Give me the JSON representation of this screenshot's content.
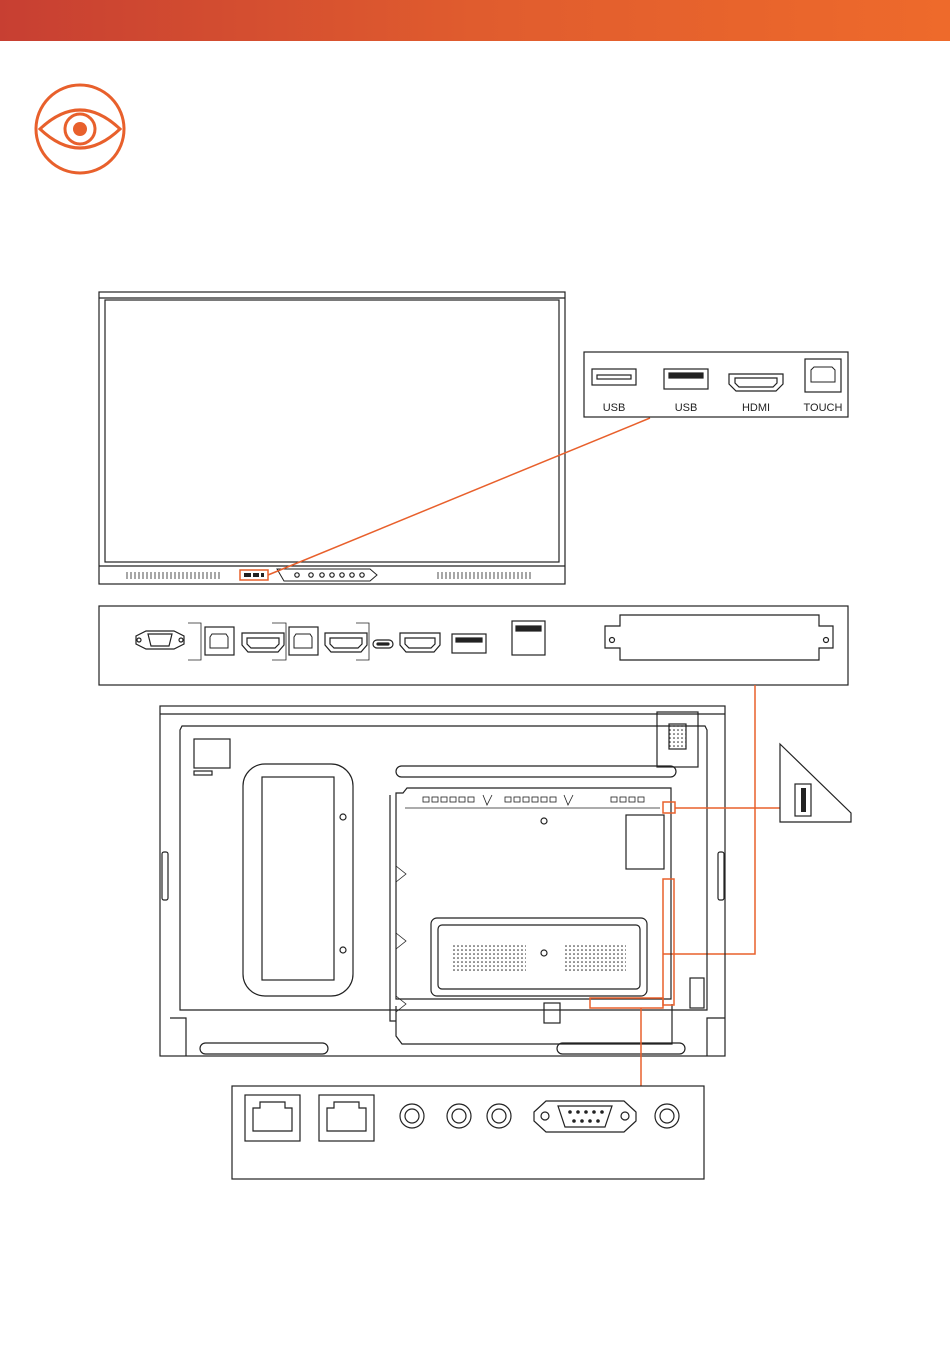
{
  "colors": {
    "accent": "#e8602c",
    "band_start": "#c73f32",
    "band_end": "#ee6a2b",
    "line": "#222222"
  },
  "icons": [
    "eye-icon",
    "usb-port-icon",
    "hdmi-port-icon",
    "touch-usb-b-port-icon",
    "rj45-port-icon",
    "vga-port-icon",
    "audio-jack-icon",
    "usb-c-port-icon"
  ],
  "front_ports": {
    "labels": [
      "USB",
      "USB",
      "HDMI",
      "TOUCH"
    ]
  }
}
